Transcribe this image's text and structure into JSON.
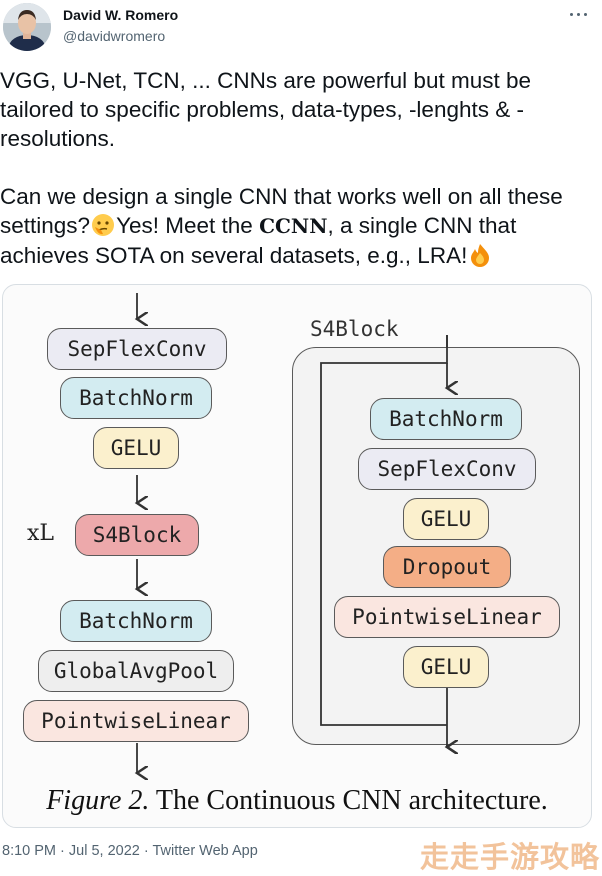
{
  "author": {
    "name": "David W. Romero",
    "handle": "@davidwromero"
  },
  "tweet": {
    "paragraph1": "VGG, U-Net, TCN, ... CNNs are powerful but must be tailored to specific problems, data-types, -lenghts & -resolutions.",
    "p2_part1": "Can we design a single CNN that works well on all these settings?",
    "p2_part2": "Yes! Meet the ",
    "p2_bold": "CCNN",
    "p2_part3": ", a single CNN that achieves SOTA on several datasets, e.g., LRA!",
    "emoji_thinking": "thinking-face-emoji",
    "emoji_fire": "fire-emoji"
  },
  "figure": {
    "left_stack": {
      "sepflexconv": "SepFlexConv",
      "batchnorm1": "BatchNorm",
      "gelu": "GELU",
      "repeat_label": "xL",
      "s4block": "S4Block",
      "batchnorm2": "BatchNorm",
      "globalavgpool": "GlobalAvgPool",
      "pointwiselinear": "PointwiseLinear"
    },
    "right_stack": {
      "title": "S4Block",
      "batchnorm": "BatchNorm",
      "sepflexconv": "SepFlexConv",
      "gelu1": "GELU",
      "dropout": "Dropout",
      "pointwiselinear": "PointwiseLinear",
      "gelu2": "GELU"
    },
    "caption_label": "Figure 2.",
    "caption_text": " The Continuous CNN architecture.",
    "colors": {
      "gray": "#ebebf3",
      "blue": "#d3ecf1",
      "yellow": "#fbf0cd",
      "red": "#eda9ab",
      "orange": "#f4ae86",
      "pink": "#fae6e0"
    }
  },
  "footer": {
    "timestamp": "8:10 PM · Jul 5, 2022 · Twitter Web App"
  },
  "watermark": "走走手游攻略"
}
